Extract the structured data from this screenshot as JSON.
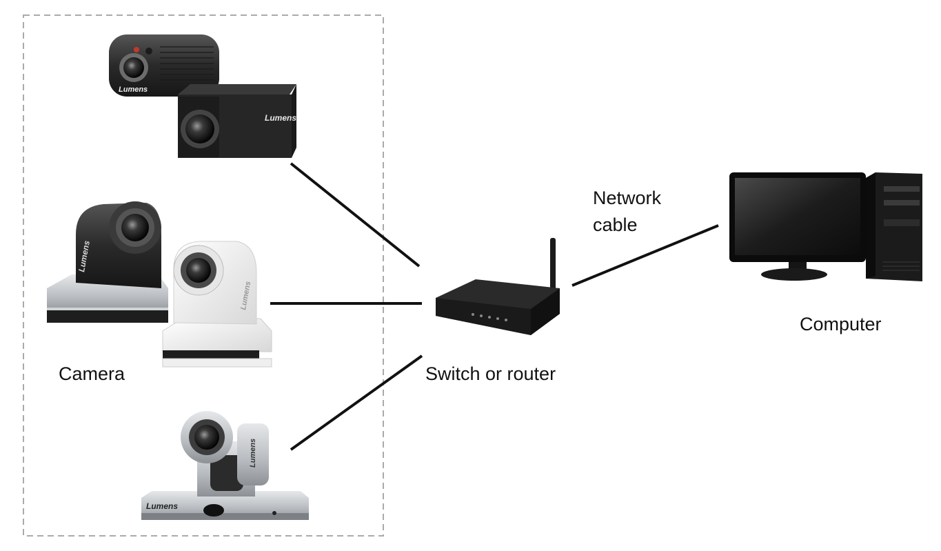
{
  "labels": {
    "camera": "Camera",
    "switch": "Switch or router",
    "cable_line1": "Network",
    "cable_line2": "cable",
    "computer": "Computer"
  },
  "device_brand": "Lumens",
  "colors": {
    "connector": "#111111",
    "group_border": "#aaaaaa",
    "camera_dark": "#2b2b2b",
    "camera_silver": "#c9ccd0",
    "camera_white": "#f2f2f2"
  }
}
